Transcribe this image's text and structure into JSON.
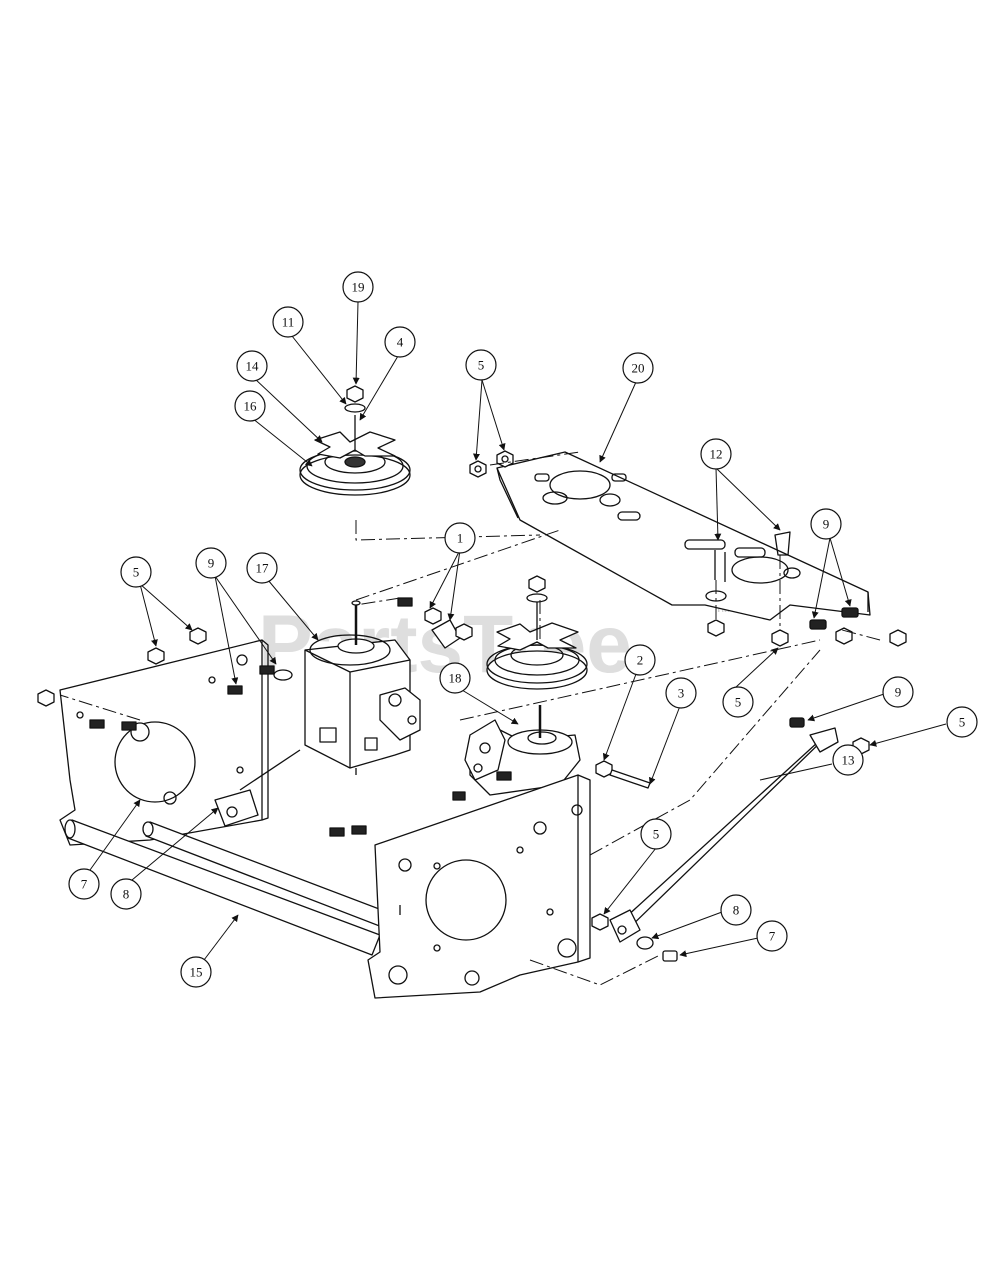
{
  "watermark": {
    "brand": "PartsTree",
    "tm": "™"
  },
  "callouts": {
    "c19": "19",
    "c11": "11",
    "c4": "4",
    "c14": "14",
    "c16": "16",
    "c5a": "5",
    "c20": "20",
    "c12": "12",
    "c9a": "9",
    "c5b": "5",
    "c9b": "9",
    "c17": "17",
    "c1": "1",
    "c18": "18",
    "c2": "2",
    "c3": "3",
    "c5c": "5",
    "c9c": "9",
    "c5d": "5",
    "c13": "13",
    "c7a": "7",
    "c8a": "8",
    "c5e": "5",
    "c8b": "8",
    "c7b": "7",
    "c15": "15"
  },
  "colors": {
    "line": "#111111",
    "watermark": "#dcdcdc"
  }
}
